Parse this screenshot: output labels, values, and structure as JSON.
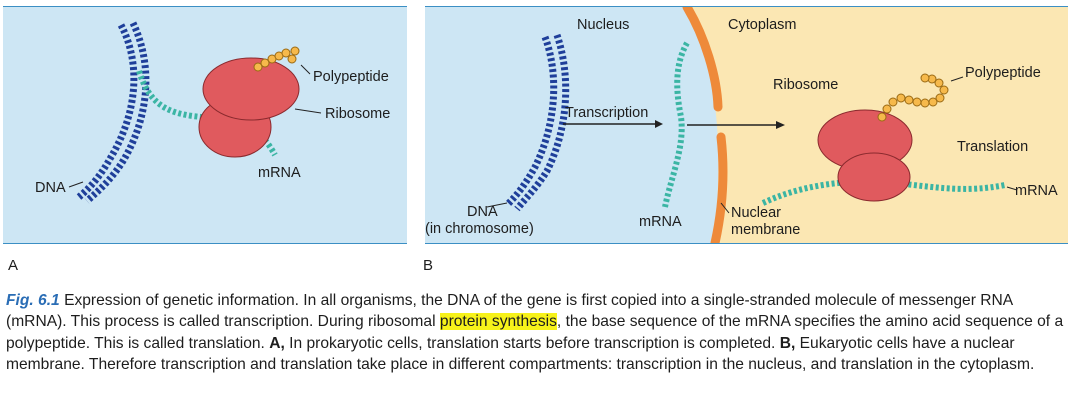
{
  "panel_a": {
    "letter": "A",
    "labels": {
      "dna": "DNA",
      "polypeptide": "Polypeptide",
      "ribosome": "Ribosome",
      "mrna": "mRNA"
    }
  },
  "panel_b": {
    "letter": "B",
    "labels": {
      "nucleus": "Nucleus",
      "cytoplasm": "Cytoplasm",
      "transcription": "Transcription",
      "ribosome": "Ribosome",
      "polypeptide": "Polypeptide",
      "translation": "Translation",
      "mrna_right": "mRNA",
      "mrna_left": "mRNA",
      "dna": "DNA",
      "dna_sub": "(in chromosome)",
      "nuclear_membrane_1": "Nuclear",
      "nuclear_membrane_2": "membrane"
    }
  },
  "colors": {
    "panel_bg": "#cde6f4",
    "cytoplasm_bg": "#fbe7b3",
    "dna": "#1f3f9a",
    "mrna": "#3bb5a4",
    "ribosome": "#e05a5e",
    "polypeptide": "#f6b94b",
    "membrane": "#ee8a3a",
    "caption_fig": "#2a6db5",
    "highlight": "#f7f21a"
  },
  "caption": {
    "fig_label": "Fig. 6.1",
    "part1": "  Expression of genetic information. In all organisms, the DNA of the gene is first copied into a single-stranded molecule of messenger RNA (mRNA). This process is called transcription. During ribosomal ",
    "highlight": "protein synthesis",
    "part2": ", the base sequence of the mRNA specifies the amino acid sequence of a polypeptide. This is called translation. ",
    "a_label": "A,",
    "part3": " In prokaryotic cells, translation starts before transcription is completed. ",
    "b_label": "B,",
    "part4": " Eukaryotic cells have a nuclear membrane. Therefore transcription and translation take place in different compartments: transcription in the nucleus, and translation in the cytoplasm."
  }
}
